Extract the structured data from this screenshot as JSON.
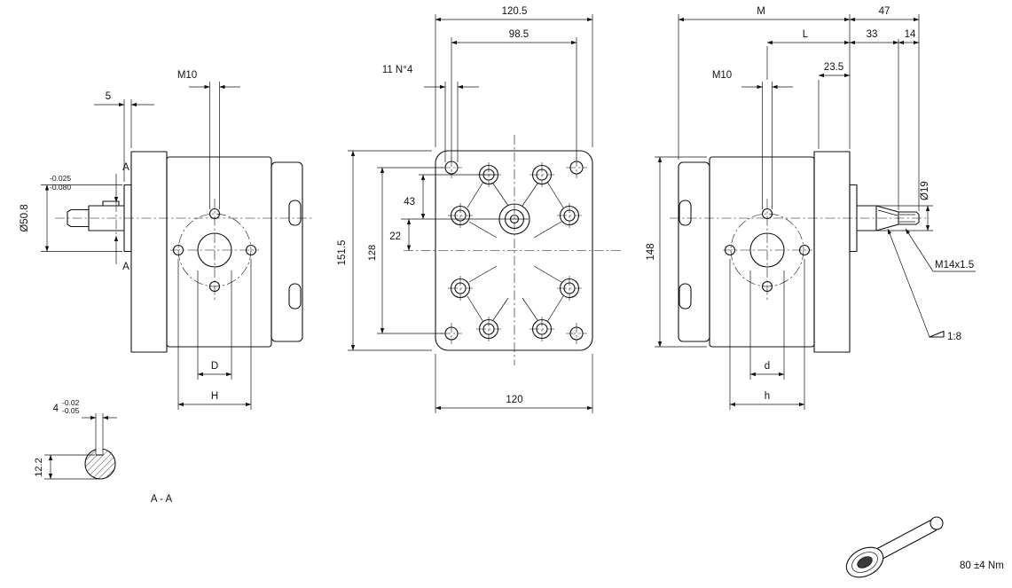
{
  "colors": {
    "line": "#111111",
    "background": "#ffffff"
  },
  "drawing": {
    "left_view": {
      "dim_5": "5",
      "m10": "M10",
      "section_label_top": "A",
      "section_label_bottom": "A",
      "dia_pilot": "Ø50.8",
      "dia_pilot_tol_upper": "-0.025",
      "dia_pilot_tol_lower": "-0.080",
      "dim_D": "D",
      "dim_H": "H"
    },
    "front_view": {
      "dim_120_5": "120.5",
      "dim_98_5": "98.5",
      "holes_note": "11 N°4",
      "dim_151_5": "151.5",
      "dim_128": "128",
      "dim_43": "43",
      "dim_22": "22",
      "dim_120": "120"
    },
    "right_view": {
      "dim_M": "M",
      "dim_47": "47",
      "dim_L": "L",
      "dim_33": "33",
      "dim_14": "14",
      "m10": "M10",
      "dim_23_5": "23.5",
      "dim_148": "148",
      "dia_shaft_end": "Ø19",
      "thread_note": "M14x1.5",
      "taper_note": "1:8",
      "dim_d": "d",
      "dim_h": "h"
    },
    "section_view": {
      "key_width": "4",
      "key_tol_upper": "-0.02",
      "key_tol_lower": "-0.05",
      "dim_12_2": "12.2",
      "label": "A - A"
    },
    "torque_note": "80 ±4 Nm"
  }
}
